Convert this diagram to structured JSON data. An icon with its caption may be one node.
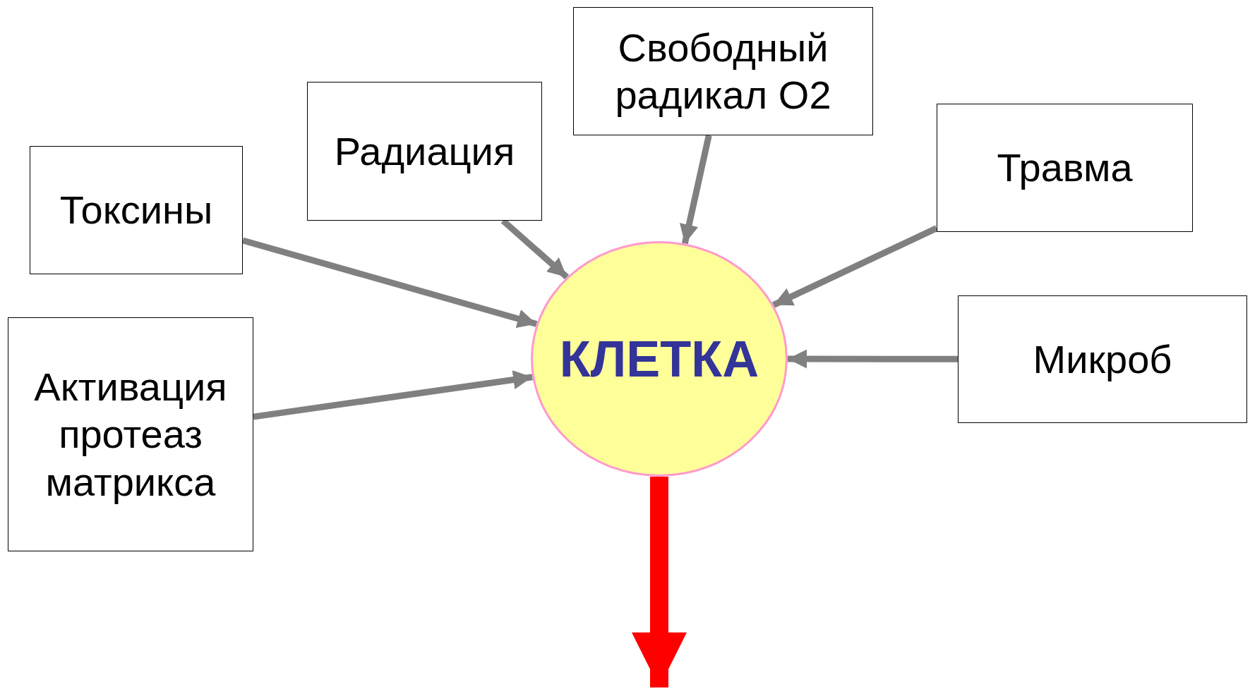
{
  "diagram": {
    "nodes": [
      {
        "text": [
          "Свободный радикал O2"
        ]
      },
      {
        "text": [
          "Радиация"
        ]
      },
      {
        "text": [
          "Травма"
        ]
      },
      {
        "text": [
          "Токсины"
        ]
      },
      {
        "text": [
          "Активация протеаз матрикса"
        ]
      },
      {
        "text": [
          "Микроб"
        ]
      },
      {
        "text": [
          "КЛЕТКА"
        ]
      }
    ],
    "edges": [
      {
        "from": 0,
        "to": 6,
        "arrow": "to"
      },
      {
        "from": 1,
        "to": 6,
        "arrow": "to"
      },
      {
        "from": 2,
        "to": 6,
        "arrow": "to"
      },
      {
        "from": 3,
        "to": 6,
        "arrow": "to"
      },
      {
        "from": 4,
        "to": 6,
        "arrow": "to"
      },
      {
        "from": 5,
        "to": 6,
        "arrow": "to"
      },
      {
        "from": 6,
        "to": null,
        "arrow": "to",
        "style": "thick",
        "color": "#ff0000"
      }
    ]
  }
}
